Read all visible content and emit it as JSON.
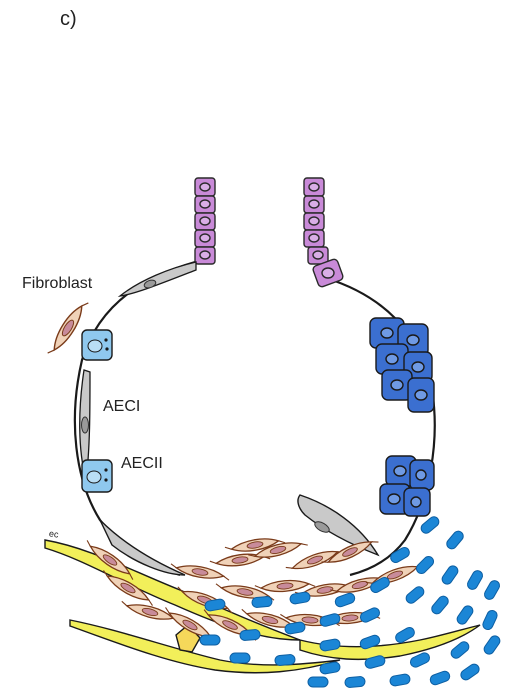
{
  "panel": {
    "label": "c)"
  },
  "labels": {
    "fibroblast": "Fibroblast",
    "aeci": "AECI",
    "aecii": "AECII",
    "ec": "ec"
  },
  "colors": {
    "bronchial_cell": "#c98ad8",
    "aecii_cell": "#8fc8ee",
    "hyperplastic_aecii": "#3b6fd0",
    "fibroblast": "#f0d2b8",
    "fibroblast_nucleus": "#c88b9a",
    "endothelium": "#f2ef5a",
    "collagen": "#1b86d6",
    "aeci_cell": "#c9c9c9",
    "outline": "#1a1a1a"
  },
  "icons": {
    "fibroblast": "spindle-cell-icon",
    "collagen": "rounded-bar-icon"
  }
}
